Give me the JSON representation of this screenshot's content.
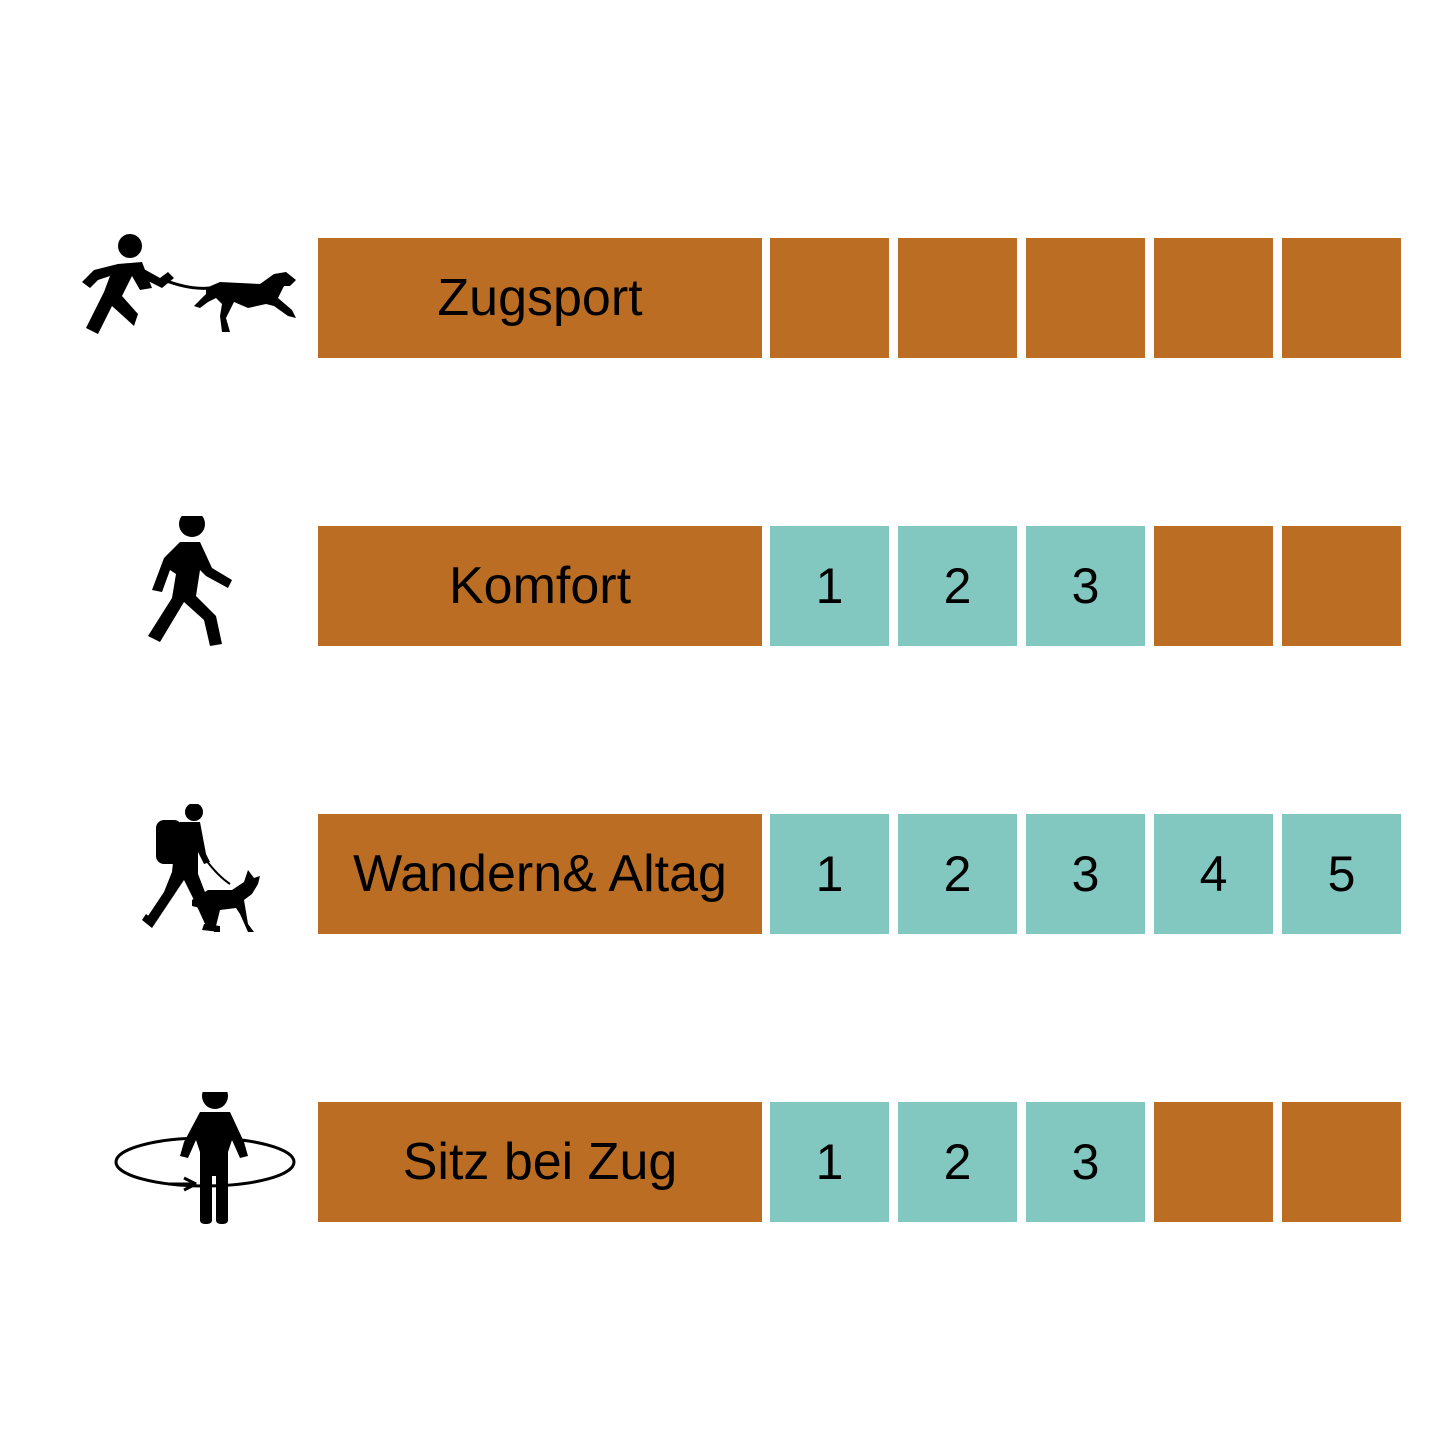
{
  "colors": {
    "label_bg": "#bb6e23",
    "filled": "#82c8c0",
    "empty": "#bb6e23",
    "icon": "#000000"
  },
  "rows": [
    {
      "icon": "runner-with-dog-icon",
      "label": "Zugsport",
      "cells": [
        "",
        "",
        "",
        "",
        ""
      ],
      "filled_count": 0
    },
    {
      "icon": "walking-person-icon",
      "label": "Komfort",
      "cells": [
        "1",
        "2",
        "3",
        "",
        ""
      ],
      "filled_count": 3
    },
    {
      "icon": "hiker-with-dog-icon",
      "label": "Wandern& Altag",
      "cells": [
        "1",
        "2",
        "3",
        "4",
        "5"
      ],
      "filled_count": 5
    },
    {
      "icon": "person-rotation-icon",
      "label": "Sitz bei Zug",
      "cells": [
        "1",
        "2",
        "3",
        "",
        ""
      ],
      "filled_count": 3
    }
  ]
}
